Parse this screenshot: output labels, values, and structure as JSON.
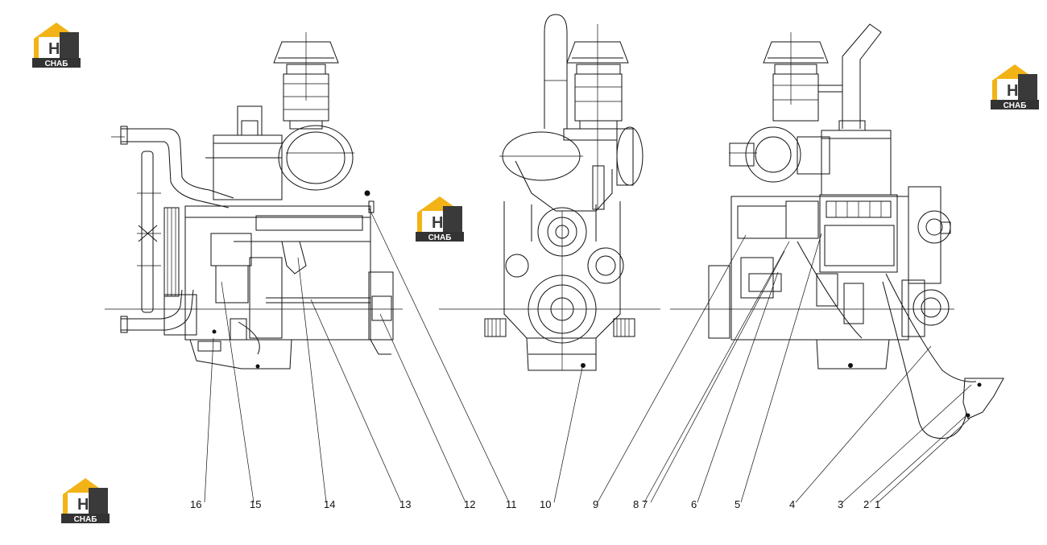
{
  "logo": {
    "text_top": "НЗ",
    "text_bottom": "СНАБ",
    "colors": {
      "roof": "#f2b316",
      "box": "#3a3a3a",
      "text": "#ffffff",
      "band": "#333333"
    }
  },
  "callouts": [
    "16",
    "15",
    "14",
    "13",
    "12",
    "11",
    "10",
    "9",
    "8",
    "7",
    "6",
    "5",
    "4",
    "3",
    "2",
    "1"
  ],
  "colors": {
    "line": "#111111",
    "background": "#ffffff"
  }
}
